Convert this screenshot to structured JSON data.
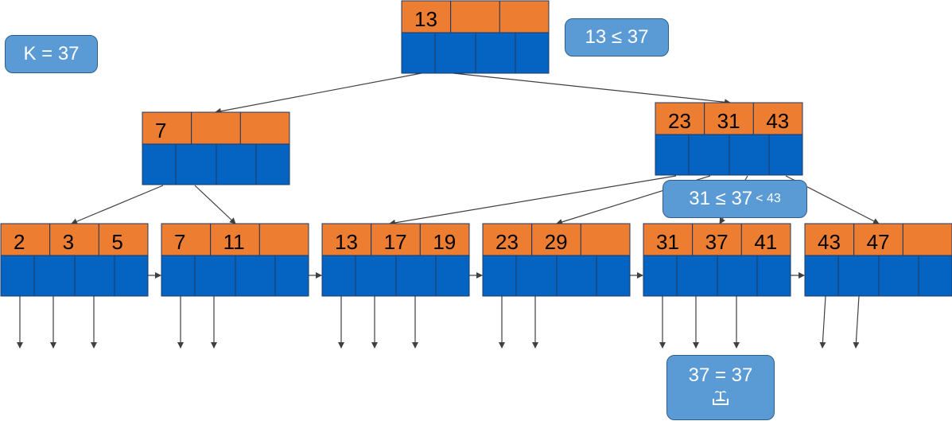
{
  "colors": {
    "key_cell": "#ed7d31",
    "pointer_cell": "#0563c1",
    "cell_border": "#1f3864",
    "callout_bg": "#5b9bd5",
    "edge": "#404040"
  },
  "search_key_label": "K = 37",
  "root_comparison": "13 ≤ 37",
  "internal_comparison": {
    "main": "31 ≤ 37",
    "small": "< 43"
  },
  "leaf_comparison": "37 = 37",
  "found_icon": "found-record-icon",
  "tree": {
    "root": {
      "keys": [
        "13",
        "",
        ""
      ]
    },
    "internal": [
      {
        "keys": [
          "7",
          "",
          ""
        ]
      },
      {
        "keys": [
          "23",
          "31",
          "43"
        ]
      }
    ],
    "leaves": [
      {
        "keys": [
          "2",
          "3",
          "5"
        ],
        "pointers": 3
      },
      {
        "keys": [
          "7",
          "11",
          ""
        ],
        "pointers": 2
      },
      {
        "keys": [
          "13",
          "17",
          "19"
        ],
        "pointers": 3
      },
      {
        "keys": [
          "23",
          "29",
          ""
        ],
        "pointers": 2
      },
      {
        "keys": [
          "31",
          "37",
          "41"
        ],
        "pointers": 3
      },
      {
        "keys": [
          "43",
          "47",
          ""
        ],
        "pointers": 2
      }
    ]
  }
}
